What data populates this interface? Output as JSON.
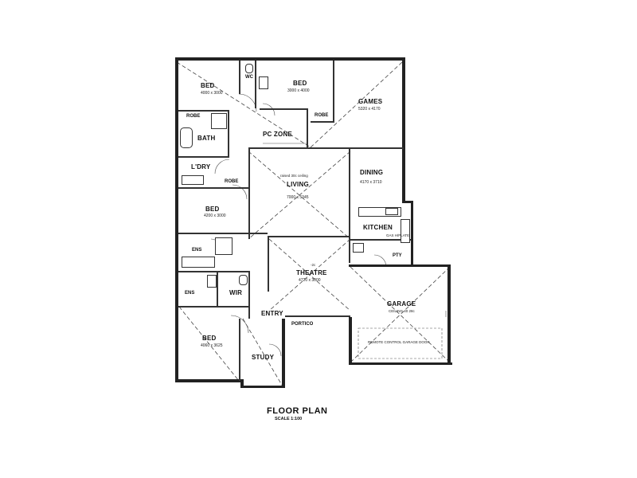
{
  "title": "FLOOR PLAN",
  "scale": "SCALE 1:100",
  "rooms": {
    "bed1": {
      "name": "BED",
      "dims": "4000 x 3000"
    },
    "wc": {
      "name": "WC"
    },
    "bed2": {
      "name": "BED",
      "dims": "3000 x 4000"
    },
    "games": {
      "name": "GAMES",
      "dims": "5320 x 4170"
    },
    "robe1": {
      "name": "ROBE"
    },
    "robe2": {
      "name": "ROBE"
    },
    "bath": {
      "name": "BATH"
    },
    "pc_zone": {
      "name": "PC ZONE"
    },
    "ldry": {
      "name": "L'DRY"
    },
    "living": {
      "name": "LIVING",
      "dims": "7000 x 5345",
      "note": "raised 30c ceiling"
    },
    "dining": {
      "name": "DINING",
      "dims": "4170 x 3710"
    },
    "robe3": {
      "name": "ROBE"
    },
    "bed3": {
      "name": "BED",
      "dims": "4200 x 3000"
    },
    "kitchen": {
      "name": "KITCHEN",
      "note": "GAS H/PLATE"
    },
    "ens1": {
      "name": "ENS"
    },
    "theatre": {
      "name": "THEATRE",
      "dims": "4720 x 3000",
      "note": "-2c"
    },
    "ens2": {
      "name": "ENS"
    },
    "wir": {
      "name": "WIR"
    },
    "garage": {
      "name": "GARAGE",
      "note": "CEILING 40 28c"
    },
    "entry": {
      "name": "ENTRY"
    },
    "portico": {
      "name": "PORTICO"
    },
    "bed4": {
      "name": "BED",
      "dims": "4060 x 3625"
    },
    "study": {
      "name": "STUDY"
    },
    "pty": {
      "name": "PTY"
    },
    "remote_door": {
      "name": "REMOTE CONTROL GARAGE DOOR"
    }
  }
}
